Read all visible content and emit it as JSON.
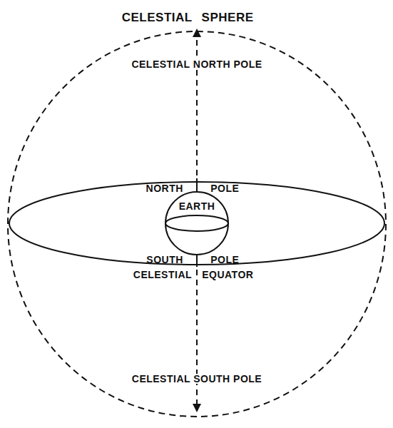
{
  "diagram": {
    "title": "CELESTIAL SPHERE",
    "nodes": [
      {
        "text": [
          "EARTH"
        ]
      }
    ],
    "labels": [
      "CELESTIAL NORTH POLE",
      "NORTH POLE",
      "SOUTH POLE",
      "CELESTIAL EQUATOR",
      "CELESTIAL SOUTH POLE"
    ]
  }
}
